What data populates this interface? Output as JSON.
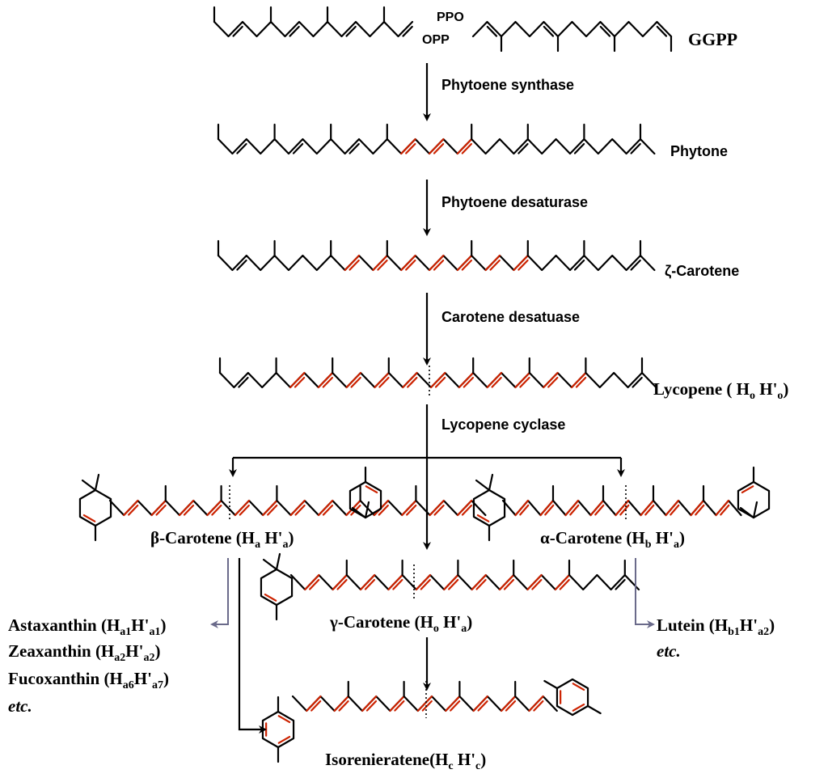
{
  "colors": {
    "bond": "#000000",
    "conjugated_double_bond": "#cc2200",
    "side_arrow": "#6a6a8a"
  },
  "compounds": {
    "ggpp": {
      "label": "GGPP",
      "opp_left": "OPP",
      "opp_right": "PPO"
    },
    "phytone": {
      "label": "Phytone"
    },
    "zeta_carotene": {
      "label": "ζ-Carotene"
    },
    "lycopene": {
      "label": "Lycopene ( H",
      "sub1": "o",
      "mid": " H'",
      "sub2": "o",
      "close": ")"
    },
    "beta_carotene": {
      "label": "β-Carotene  (H",
      "sub1": "a",
      "mid": " H'",
      "sub2": "a",
      "close": ")"
    },
    "alpha_carotene": {
      "label": "α-Carotene  (H",
      "sub1": "b",
      "mid": " H'",
      "sub2": "a",
      "close": ")"
    },
    "gamma_carotene": {
      "label": "γ-Carotene  (H",
      "sub1": "o",
      "mid": " H'",
      "sub2": "a",
      "close": ")"
    },
    "isorenieratene": {
      "label": "Isorenieratene(H",
      "sub1": "c",
      "mid": " H'",
      "sub2": "c",
      "close": ")"
    }
  },
  "enzymes": {
    "step1": "Phytoene synthase",
    "step2": "Phytoene desaturase",
    "step3": "Carotene desatuase",
    "step4": "Lycopene cyclase"
  },
  "side_products_left": [
    {
      "name": "Astaxanthin (H",
      "s1": "a1",
      "mid": "H'",
      "s2": "a1",
      "close": ")"
    },
    {
      "name": "Zeaxanthin (H",
      "s1": "a2",
      "mid": "H'",
      "s2": "a2",
      "close": ")"
    },
    {
      "name": "Fucoxanthin (H",
      "s1": "a6",
      "mid": "H'",
      "s2": "a7",
      "close": ")"
    }
  ],
  "etc_left": "etc.",
  "side_products_right": [
    {
      "name": "Lutein (H",
      "s1": "b1",
      "mid": "H'",
      "s2": "a2",
      "close": ")"
    }
  ],
  "etc_right": "etc."
}
